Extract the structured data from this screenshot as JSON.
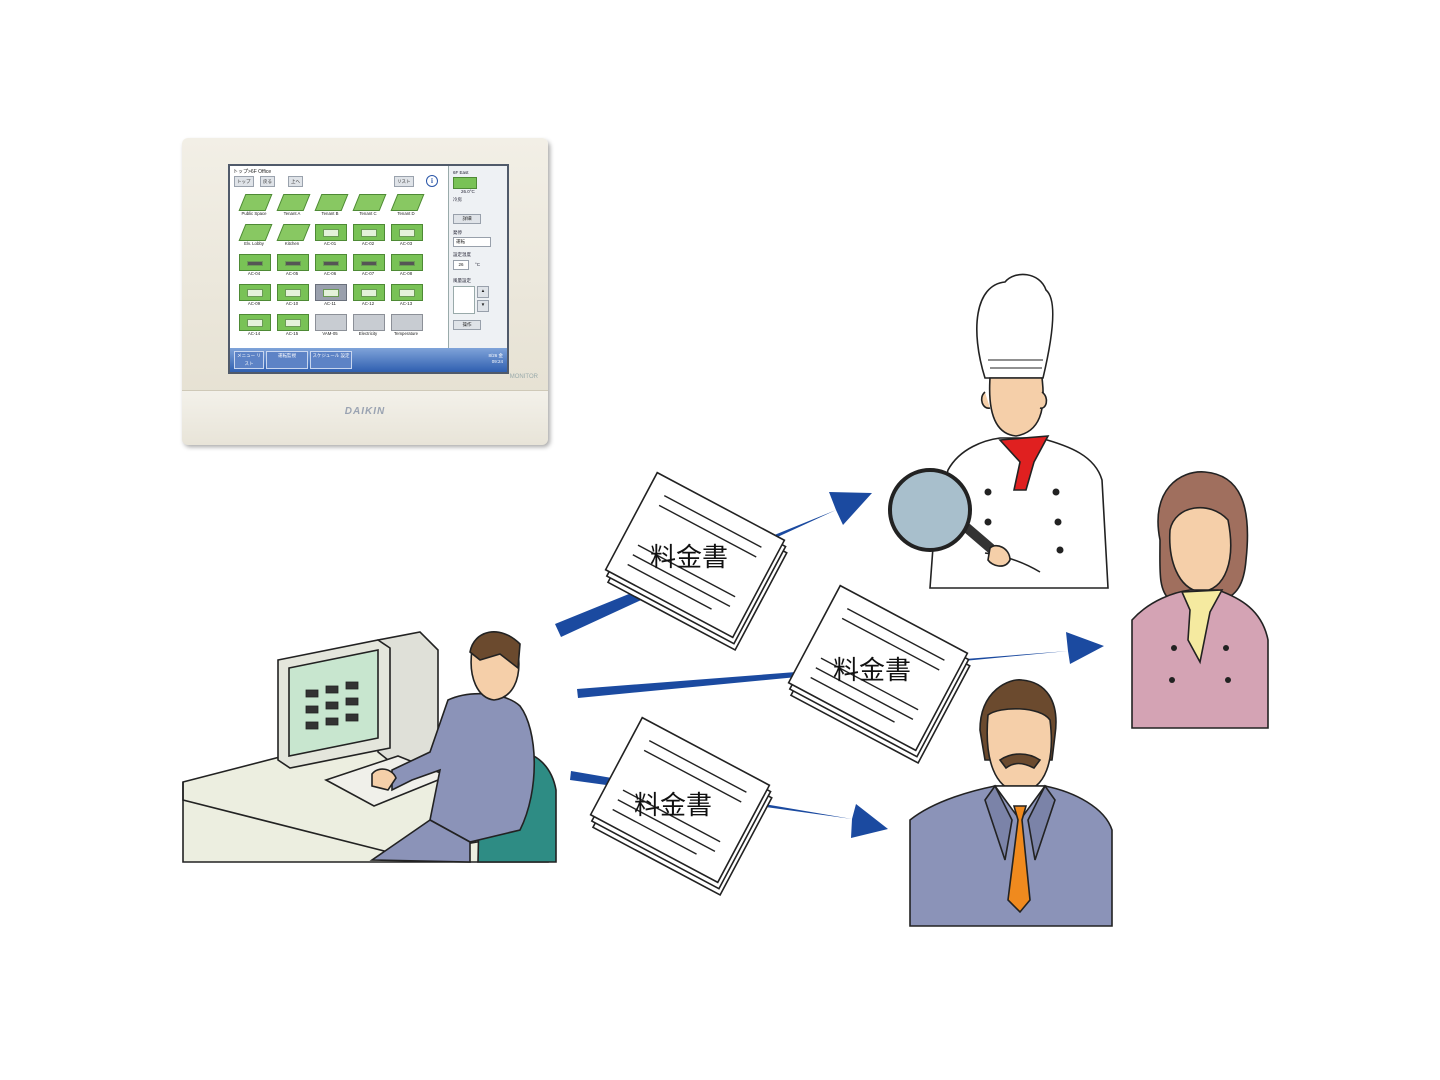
{
  "controller": {
    "brand": "DAIKIN",
    "monitor_label": "MONITOR",
    "screen": {
      "breadcrumb": "トップ>6F Office",
      "toolbar": [
        "トップ",
        "戻る",
        "上へ",
        "リスト"
      ],
      "info_icon": "info-icon",
      "zones": [
        {
          "label": "Public Space",
          "kind": "tenant"
        },
        {
          "label": "Tenant A",
          "kind": "tenant"
        },
        {
          "label": "Tenant B",
          "kind": "tenant"
        },
        {
          "label": "Tenant C",
          "kind": "tenant"
        },
        {
          "label": "Tenant D",
          "kind": "tenant"
        },
        {
          "label": "Elv. Lobby",
          "kind": "tenant"
        },
        {
          "label": "Kitchen",
          "kind": "tenant"
        },
        {
          "label": "AC-01",
          "kind": "cassette"
        },
        {
          "label": "AC-02",
          "kind": "cassette"
        },
        {
          "label": "AC-03",
          "kind": "cassette"
        },
        {
          "label": "AC-04",
          "kind": "duct"
        },
        {
          "label": "AC-05",
          "kind": "duct"
        },
        {
          "label": "AC-06",
          "kind": "duct"
        },
        {
          "label": "AC-07",
          "kind": "duct"
        },
        {
          "label": "AC-08",
          "kind": "duct"
        },
        {
          "label": "AC-09",
          "kind": "cassette"
        },
        {
          "label": "AC-10",
          "kind": "cassette"
        },
        {
          "label": "AC-11",
          "kind": "selected"
        },
        {
          "label": "AC-12",
          "kind": "cassette"
        },
        {
          "label": "AC-13",
          "kind": "cassette"
        },
        {
          "label": "AC-14",
          "kind": "cassette"
        },
        {
          "label": "AC-15",
          "kind": "cassette"
        },
        {
          "label": "VAM-05",
          "kind": "vam"
        },
        {
          "label": "Electricity",
          "kind": "meter"
        },
        {
          "label": "Temperature",
          "kind": "thermo"
        }
      ],
      "side": {
        "zone_name": "6F East",
        "temperature": "26.0°C",
        "mode_label": "冷房",
        "detail_button": "詳細",
        "run_label": "発停",
        "run_value": "運転",
        "setpoint_label": "設定温度",
        "setpoint_value": "26",
        "setpoint_unit": "°C",
        "fan_label": "風量設定",
        "operate_button": "操作"
      },
      "footer": {
        "buttons": [
          "メニュー リスト",
          "運転監視",
          "スケジュール 設定"
        ],
        "date": "8/26 金",
        "time": "09:24"
      }
    }
  },
  "documents": [
    {
      "label": "料金書"
    },
    {
      "label": "料金書"
    },
    {
      "label": "料金書"
    }
  ],
  "colors": {
    "arrow": "#1b4aa0",
    "screen_green": "#79c256",
    "suit_blue": "#8b93b8",
    "chef_scarf": "#e02020",
    "woman_jacket": "#d4a3b4",
    "tie_orange": "#f08a1e"
  }
}
